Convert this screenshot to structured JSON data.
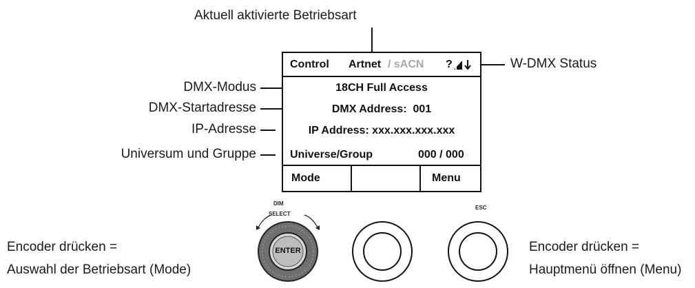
{
  "annotations": {
    "mode_active": "Aktuell aktivierte Betriebsart",
    "wdmx_status": "W-DMX Status",
    "dmx_mode": "DMX-Modus",
    "dmx_start": "DMX-Startadresse",
    "ip": "IP-Adresse",
    "universe": "Universum und Gruppe",
    "encoder_left_1": "Encoder drücken =",
    "encoder_left_2": "Auswahl der Betriebsart (Mode)",
    "encoder_right_1": "Encoder drücken =",
    "encoder_right_2": "Hauptmenü öffnen (Menu)"
  },
  "display": {
    "header": {
      "control": "Control",
      "artnet": "Artnet",
      "sep_sacn": "/ sACN",
      "status": "?"
    },
    "mode_row": "18CH Full Access",
    "dmx_address": "DMX Address:  001",
    "ip_address": "IP Address: xxx.xxx.xxx.xxx",
    "universe_label": "Universe/Group",
    "universe_value": "000 / 000",
    "softkeys": {
      "left": "Mode",
      "right": "Menu"
    }
  },
  "knobs": {
    "left_top": "DIM",
    "left_arc": "SELECT",
    "left_center": "ENTER",
    "right_top": "ESC"
  }
}
